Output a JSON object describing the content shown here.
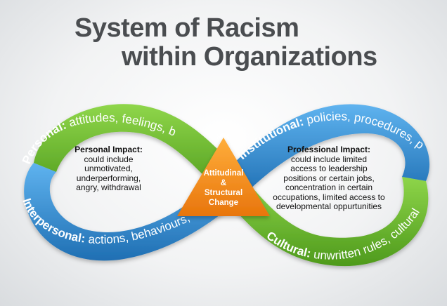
{
  "title": {
    "line1": "System of Racism",
    "line2": "within Organizations"
  },
  "bands": {
    "personal": {
      "label": "Personal:",
      "text": " attitudes, feelings, beliefs"
    },
    "institutional": {
      "label": "Institutional:",
      "text": " policies, procedures, practices"
    },
    "interpersonal": {
      "label": "Interpersonal:",
      "text": " actions, behaviours, language"
    },
    "cultural": {
      "label": "Cultural:",
      "text": " unwritten rules, cultural norms"
    }
  },
  "personal_impact": {
    "heading": "Personal Impact:",
    "body": "could include\nunmotivated,\nunderperforming,\nangry, withdrawal"
  },
  "professional_impact": {
    "heading": "Professional Impact:",
    "body": "could include limited\naccess to leadership\npositions or certain jobs,\nconcentration in certain\noccupations, limited access to\ndevelopmental oppurtunities"
  },
  "center": {
    "text": "Attitudinal\n&\nStructural\nChange"
  },
  "colors": {
    "green": "#6cbf2e",
    "green_dark": "#4e9a1c",
    "blue": "#2f8fd8",
    "blue_dark": "#1f6fb3",
    "orange": "#f7941d",
    "title": "#4a4d50"
  }
}
